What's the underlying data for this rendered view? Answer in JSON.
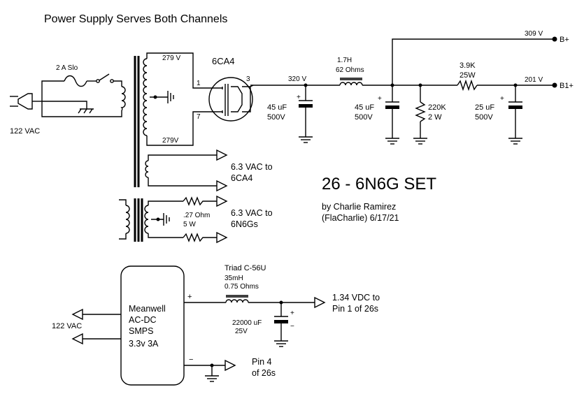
{
  "title": "Power Supply Serves Both Channels",
  "set_title": "26 - 6N6G SET",
  "author_line1": "by Charlie Ramirez",
  "author_line2": "(FlaCharlie) 6/17/21",
  "input_voltage": "122 VAC",
  "fuse": "2 A Slo",
  "tap_top": "279 V",
  "tap_bottom": "279V",
  "rectifier": "6CA4",
  "pin1": "1",
  "pin3": "3",
  "pin7": "7",
  "node_320": "320 V",
  "cap1_value": "45 uF",
  "cap1_voltage": "500V",
  "choke_h": "1.7H",
  "choke_ohms": "62 Ohms",
  "node_309": "309 V",
  "b_plus": "B+",
  "cap2_value": "45 uF",
  "cap2_voltage": "500V",
  "bleeder_value": "220K",
  "bleeder_power": "2 W",
  "res_value": "3.9K",
  "res_power": "25W",
  "node_201": "201 V",
  "b1_plus": "B1+",
  "cap3_value": "25 uF",
  "cap3_voltage": "500V",
  "heater1_l1": "6.3 VAC to",
  "heater1_l2": "6CA4",
  "heater2_l1": "6.3 VAC to",
  "heater2_l2": "6N6Gs",
  "hum_res_value": ".27 Ohm",
  "hum_res_power": "5 W",
  "smps_l1": "Meanwell",
  "smps_l2": "AC-DC",
  "smps_l3": "SMPS",
  "smps_l4": "3.3v  3A",
  "smps_input": "122 VAC",
  "choke2_name": "Triad C-56U",
  "choke2_h": "35mH",
  "choke2_ohms": "0.75 Ohms",
  "cap4_value": "22000 uF",
  "cap4_voltage": "25V",
  "fil_out_l1": "1.34 VDC to",
  "fil_out_l2": "Pin 1 of 26s",
  "pin4_l1": "Pin 4",
  "pin4_l2": "of 26s",
  "plus_sign": "+",
  "minus_sign": "−"
}
